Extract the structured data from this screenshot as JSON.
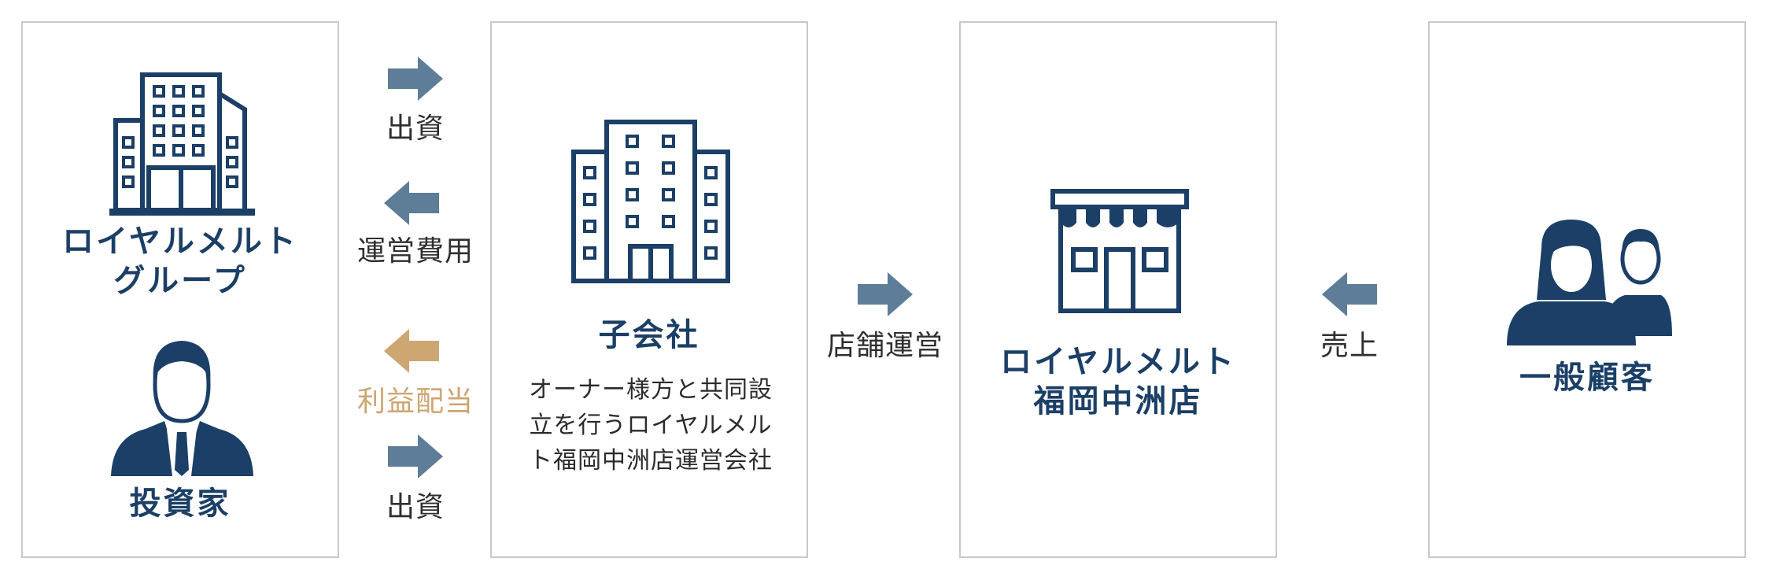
{
  "colors": {
    "navy": "#1b3f66",
    "arrow_blue": "#5e7d98",
    "arrow_gold": "#cda672",
    "border": "#c9c9c9"
  },
  "boxes": {
    "group": {
      "title_line1": "ロイヤルメルト",
      "title_line2": "グループ",
      "investor": "投資家",
      "icons": [
        "office-building-icon",
        "businessman-icon"
      ]
    },
    "subsidiary": {
      "title": "子会社",
      "description_lines": [
        "オーナー様方と共同設",
        "立を行うロイヤルメル",
        "ト福岡中洲店運営会社"
      ],
      "icon": "office-building-icon"
    },
    "store": {
      "title_line1": "ロイヤルメルト",
      "title_line2": "福岡中洲店",
      "icon": "storefront-icon"
    },
    "customers": {
      "title": "一般顧客",
      "icon": "customers-icon"
    }
  },
  "flows": {
    "invest_top": "出資",
    "operating_cost": "運営費用",
    "profit_dividend": "利益配当",
    "invest_bottom": "出資",
    "store_operation": "店舗運営",
    "sales": "売上"
  }
}
